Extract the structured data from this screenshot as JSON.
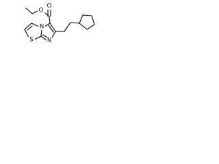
{
  "structure": {
    "atoms": {
      "carbonyl_oxygen": "O",
      "ester_oxygen": "O",
      "ring_nitrogen_bridgehead": "N",
      "ring_nitrogen": "N",
      "ring_sulfur": "S"
    }
  },
  "colors": {
    "bond": "#000000",
    "background": "#ffffff"
  }
}
